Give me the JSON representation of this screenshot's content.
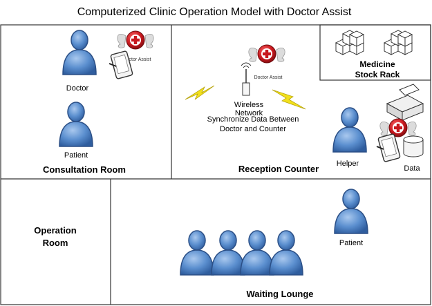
{
  "title": "Computerized Clinic Operation Model with Doctor Assist",
  "rooms": {
    "consultation": "Consultation Room",
    "reception": "Reception Counter",
    "medicine_line1": "Medicine",
    "medicine_line2": "Stock Rack",
    "operation_line1": "Operation",
    "operation_line2": "Room",
    "waiting": "Waiting Lounge"
  },
  "labels": {
    "doctor": "Doctor",
    "patient_consult": "Patient",
    "helper": "Helper",
    "data": "Data",
    "patient_lounge": "Patient",
    "wireless_line1": "Wireless",
    "wireless_line2": "Network",
    "sync_line1": "Synchronize Data Between",
    "sync_line2": "Doctor and Counter"
  },
  "logo_text": "Doctor Assist",
  "colors": {
    "person_fill": "#5b8fcf",
    "person_stroke": "#2b4f86",
    "lightning": "#f2e01c",
    "logo_red": "#c8181e"
  }
}
